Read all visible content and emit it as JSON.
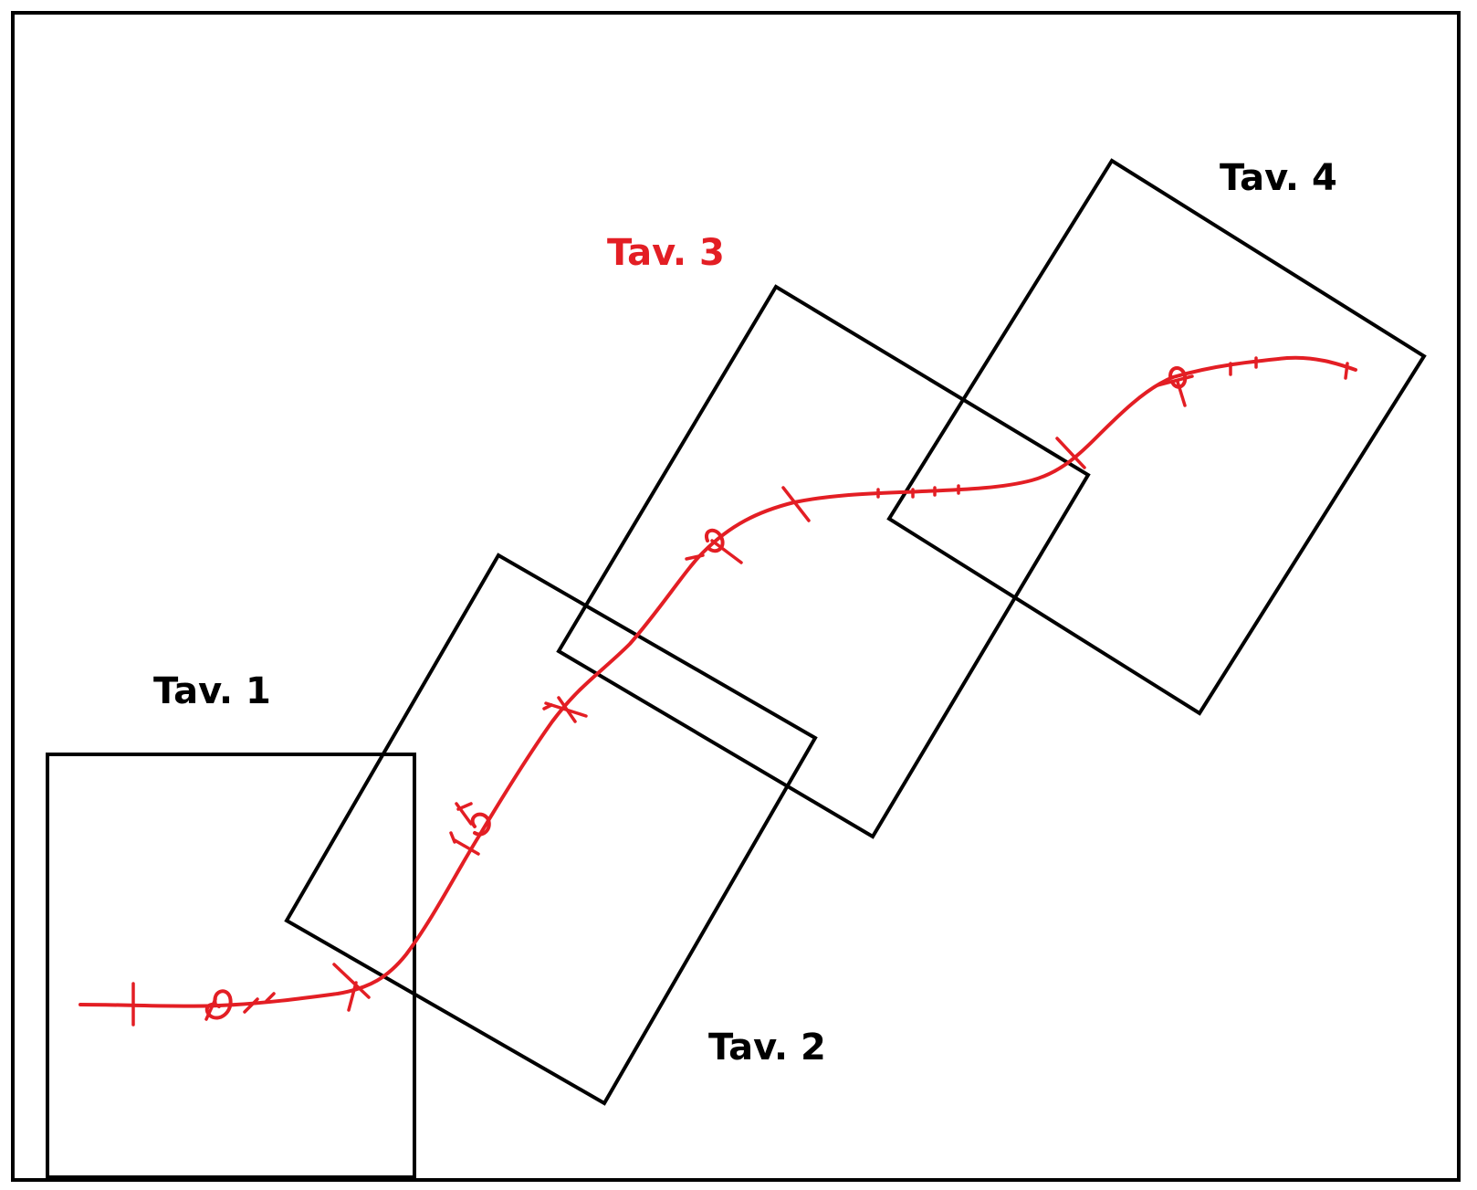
{
  "colors": {
    "border": "#000000",
    "route": "#e31e24",
    "label_default": "#000000",
    "label_highlight": "#e31e24"
  },
  "sheets": [
    {
      "label": "Tav. 1",
      "highlighted": false
    },
    {
      "label": "Tav. 2",
      "highlighted": false
    },
    {
      "label": "Tav. 3",
      "highlighted": true
    },
    {
      "label": "Tav. 4",
      "highlighted": false
    }
  ]
}
